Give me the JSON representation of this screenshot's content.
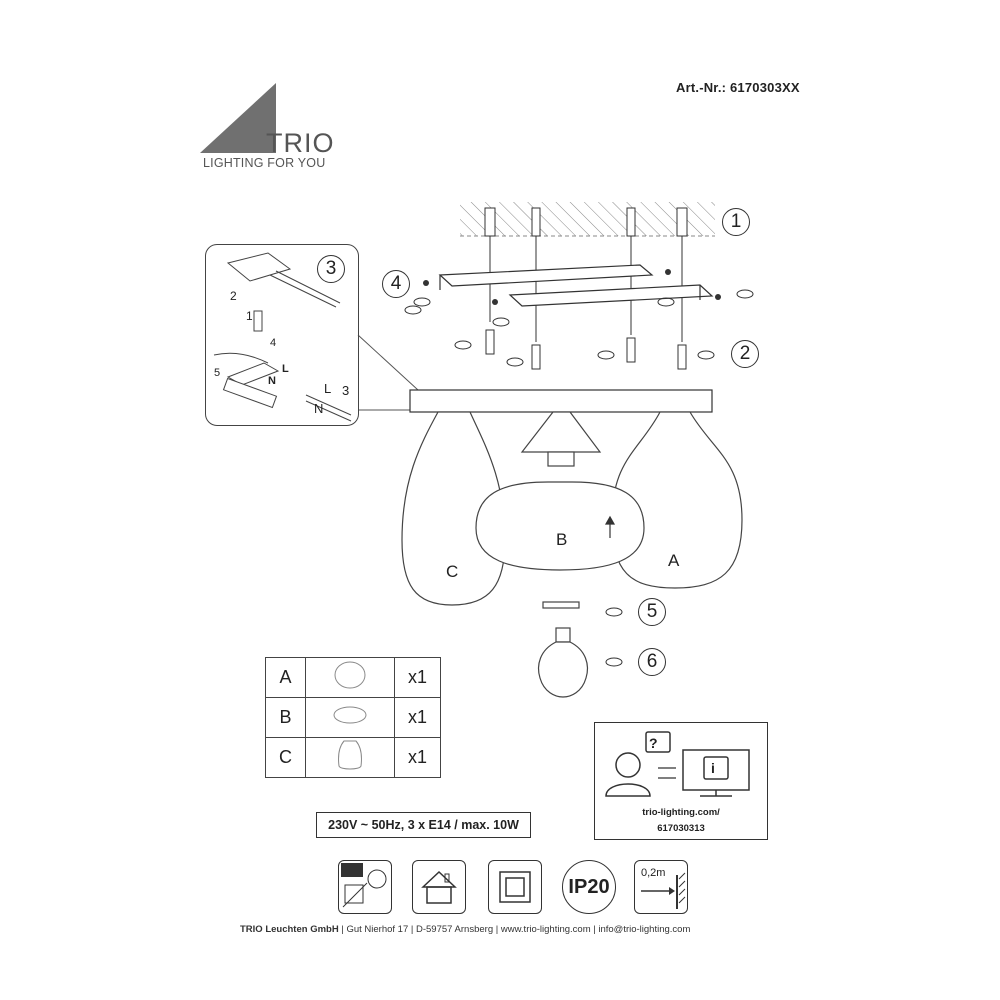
{
  "header": {
    "article_number": "Art.-Nr.: 6170303XX",
    "brand": "TRIO",
    "tagline": "LIGHTING FOR YOU"
  },
  "steps": {
    "s1": "1",
    "s2": "2",
    "s3": "3",
    "s4": "4",
    "s5": "5",
    "s6": "6"
  },
  "wiring": {
    "labels": [
      "1",
      "2",
      "4",
      "5",
      "N",
      "L",
      "L",
      "N",
      "3"
    ]
  },
  "shades": {
    "a": "A",
    "b": "B",
    "c": "C"
  },
  "parts_table": [
    {
      "letter": "A",
      "qty": "x1"
    },
    {
      "letter": "B",
      "qty": "x1"
    },
    {
      "letter": "C",
      "qty": "x1"
    }
  ],
  "spec": "230V ~ 50Hz, 3 x E14 / max. 10W",
  "support": {
    "url_line1": "trio-lighting.com/",
    "url_line2": "617030313"
  },
  "symbols": {
    "ip_rating": "IP20",
    "distance": "0,2m"
  },
  "footer": {
    "company": "TRIO Leuchten GmbH",
    "address1": "Gut Nierhof 17",
    "address2": "D-59757 Arnsberg",
    "website": "www.trio-lighting.com",
    "email": "info@trio-lighting.com"
  },
  "colors": {
    "logo_gray": "#707070",
    "line": "#333333"
  }
}
